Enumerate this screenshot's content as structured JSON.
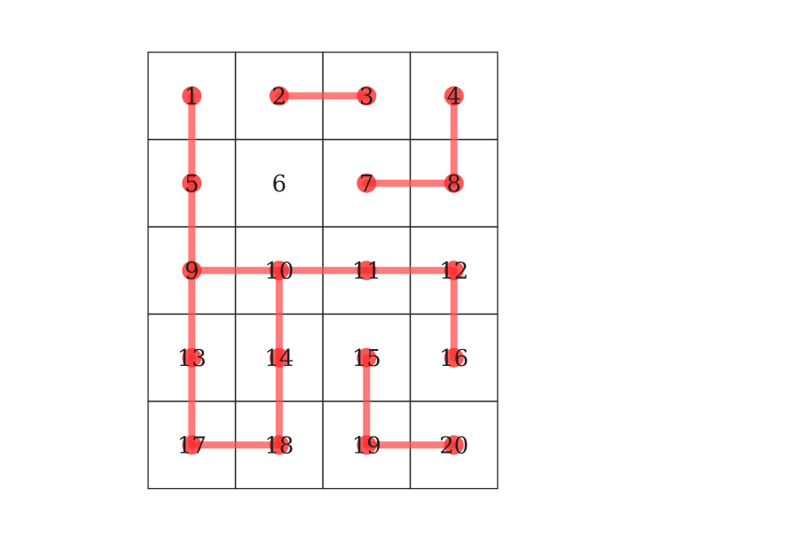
{
  "grid": {
    "rows": 5,
    "cols": 4,
    "labels": [
      "1",
      "2",
      "3",
      "4",
      "5",
      "6",
      "7",
      "8",
      "9",
      "10",
      "11",
      "12",
      "13",
      "14",
      "15",
      "16",
      "17",
      "18",
      "19",
      "20"
    ]
  },
  "graph": {
    "edge_color": "#ff4d4d",
    "node_color": "#ff2b2b",
    "nodes": [
      1,
      2,
      3,
      4,
      5,
      7,
      8,
      9,
      10,
      11,
      12,
      13,
      14,
      15,
      16,
      17,
      18,
      19,
      20
    ],
    "edges": [
      [
        1,
        5
      ],
      [
        5,
        9
      ],
      [
        9,
        13
      ],
      [
        13,
        17
      ],
      [
        17,
        18
      ],
      [
        18,
        14
      ],
      [
        14,
        10
      ],
      [
        2,
        3
      ],
      [
        4,
        8
      ],
      [
        8,
        7
      ],
      [
        9,
        10
      ],
      [
        10,
        11
      ],
      [
        11,
        12
      ],
      [
        12,
        16
      ],
      [
        15,
        19
      ],
      [
        19,
        20
      ]
    ]
  }
}
